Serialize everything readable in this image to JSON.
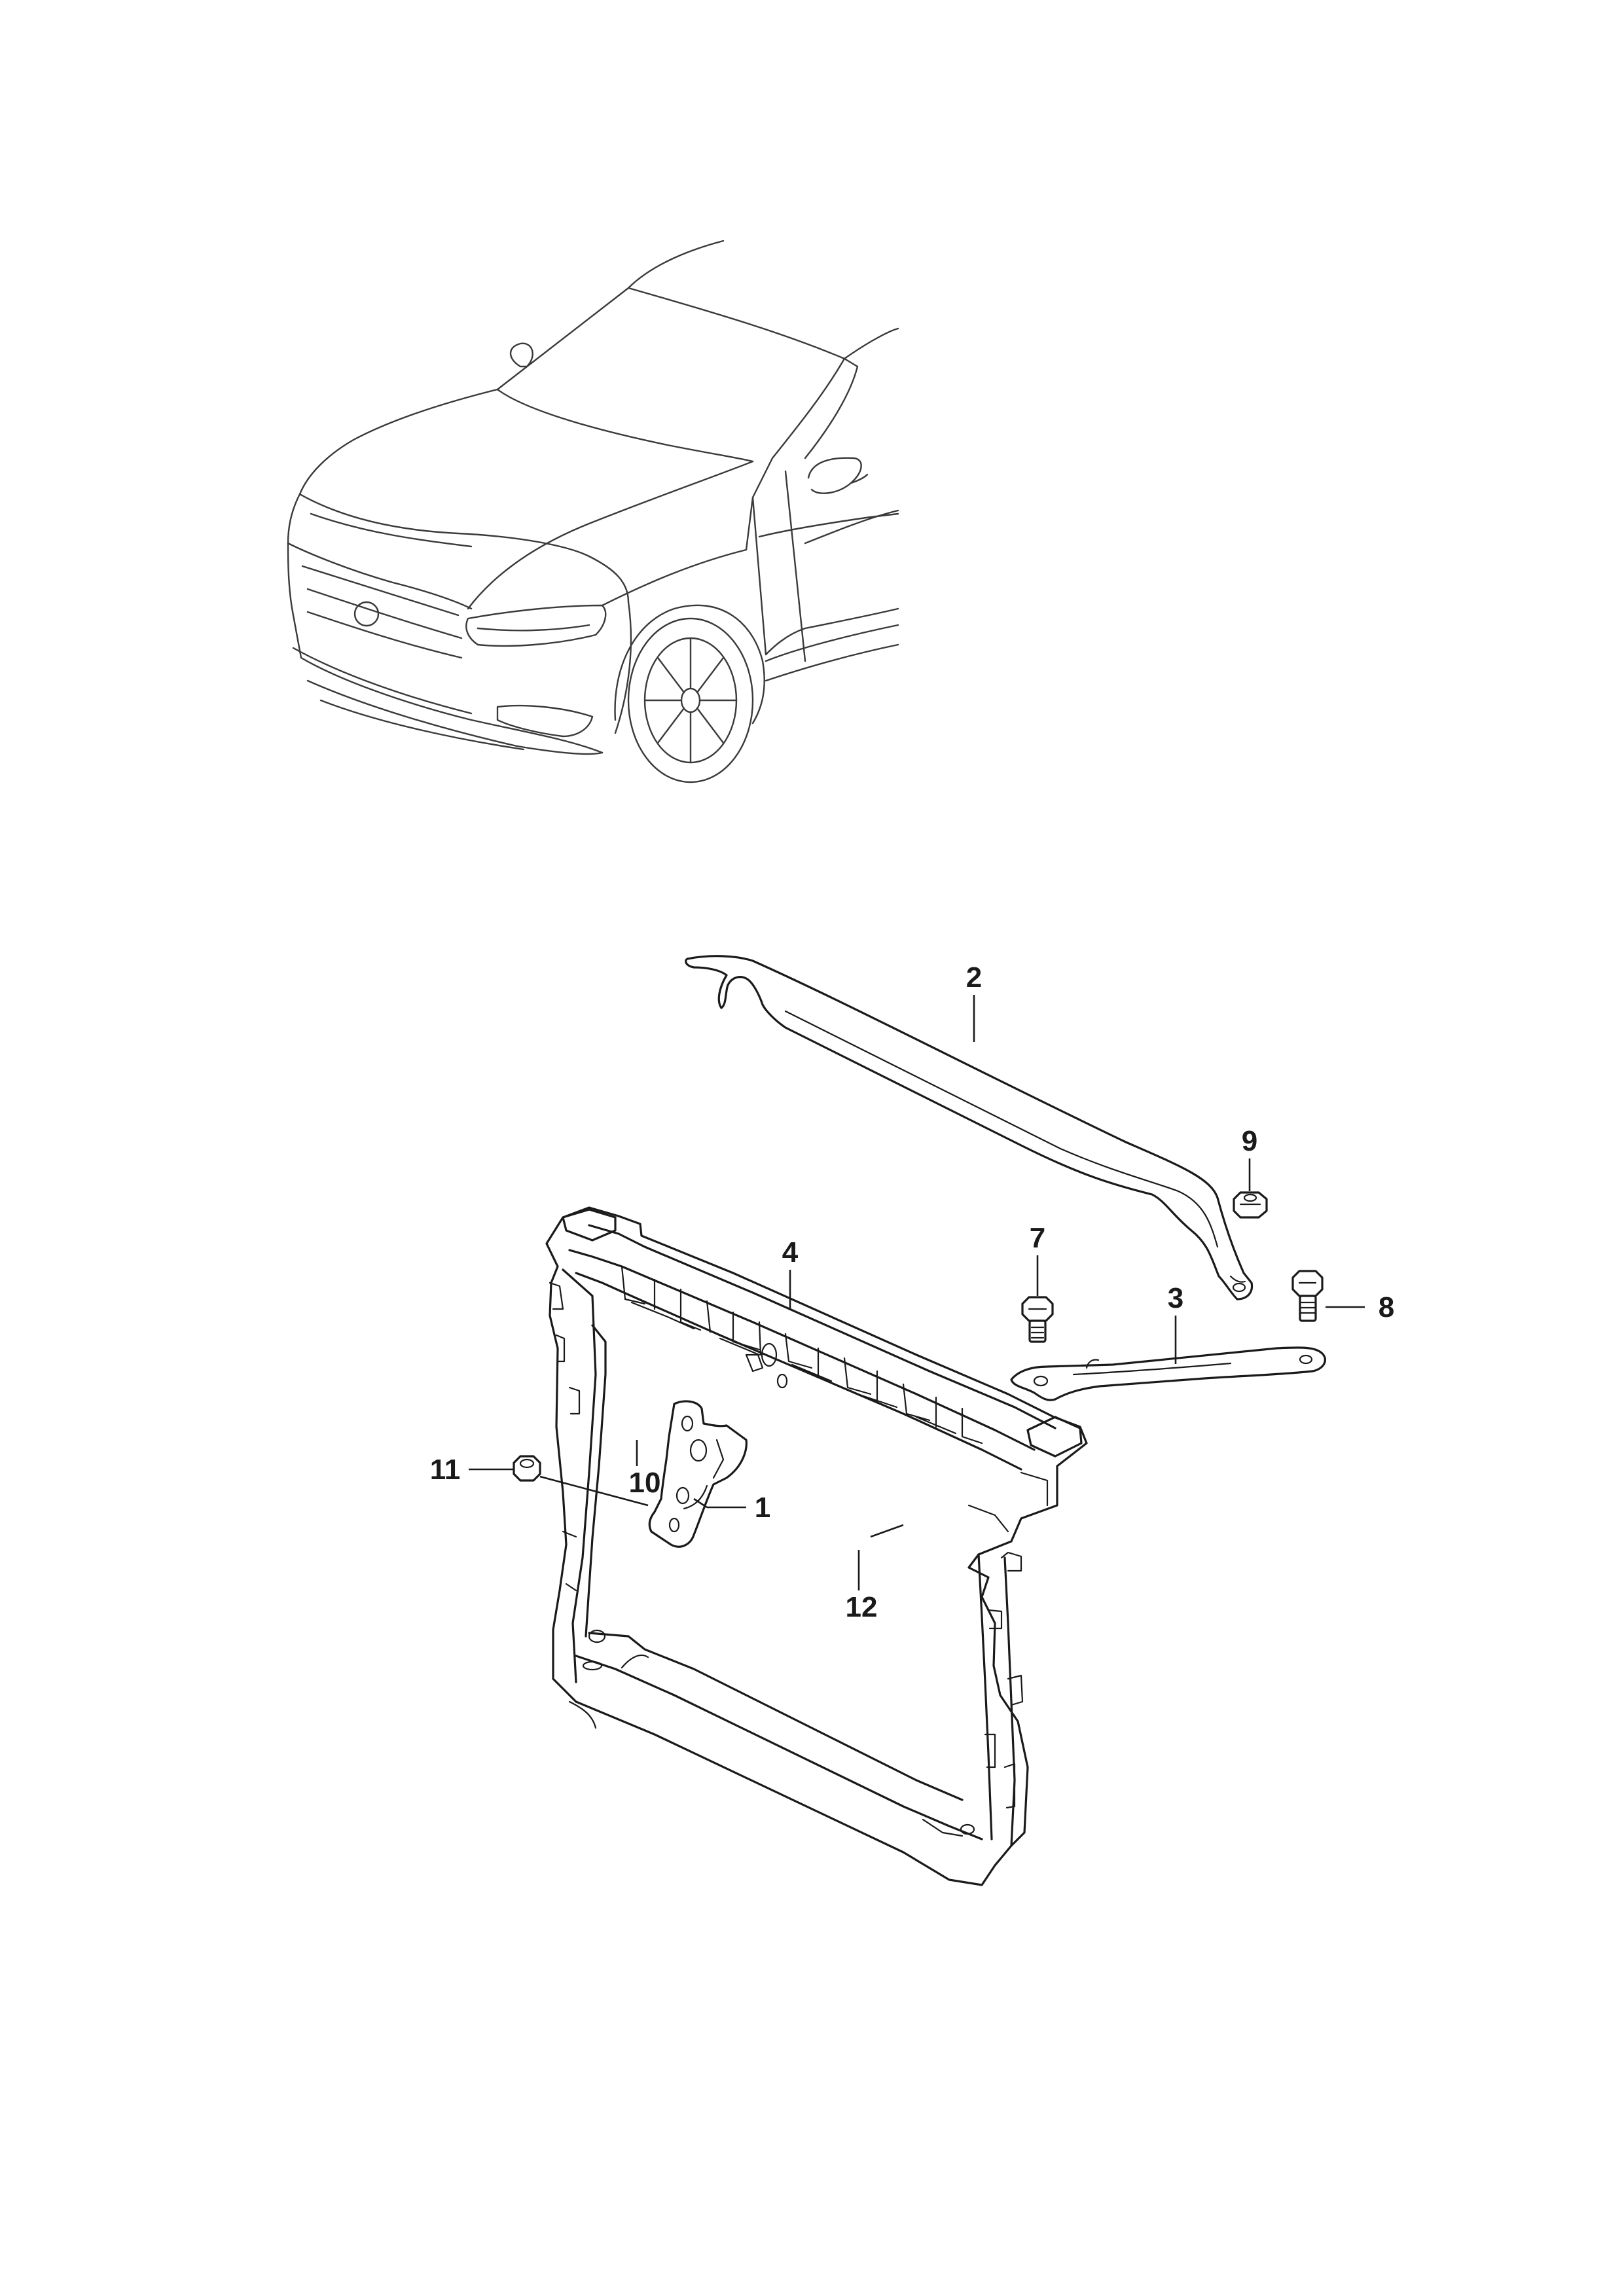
{
  "diagram": {
    "view": "front-end-carrier-exploded-view",
    "callouts": [
      {
        "id": "c1",
        "label": "1"
      },
      {
        "id": "c2",
        "label": "2"
      },
      {
        "id": "c3",
        "label": "3"
      },
      {
        "id": "c4",
        "label": "4"
      },
      {
        "id": "c7",
        "label": "7"
      },
      {
        "id": "c8",
        "label": "8"
      },
      {
        "id": "c9",
        "label": "9"
      },
      {
        "id": "c10",
        "label": "10"
      },
      {
        "id": "c11",
        "label": "11"
      },
      {
        "id": "c12",
        "label": "12"
      }
    ]
  }
}
